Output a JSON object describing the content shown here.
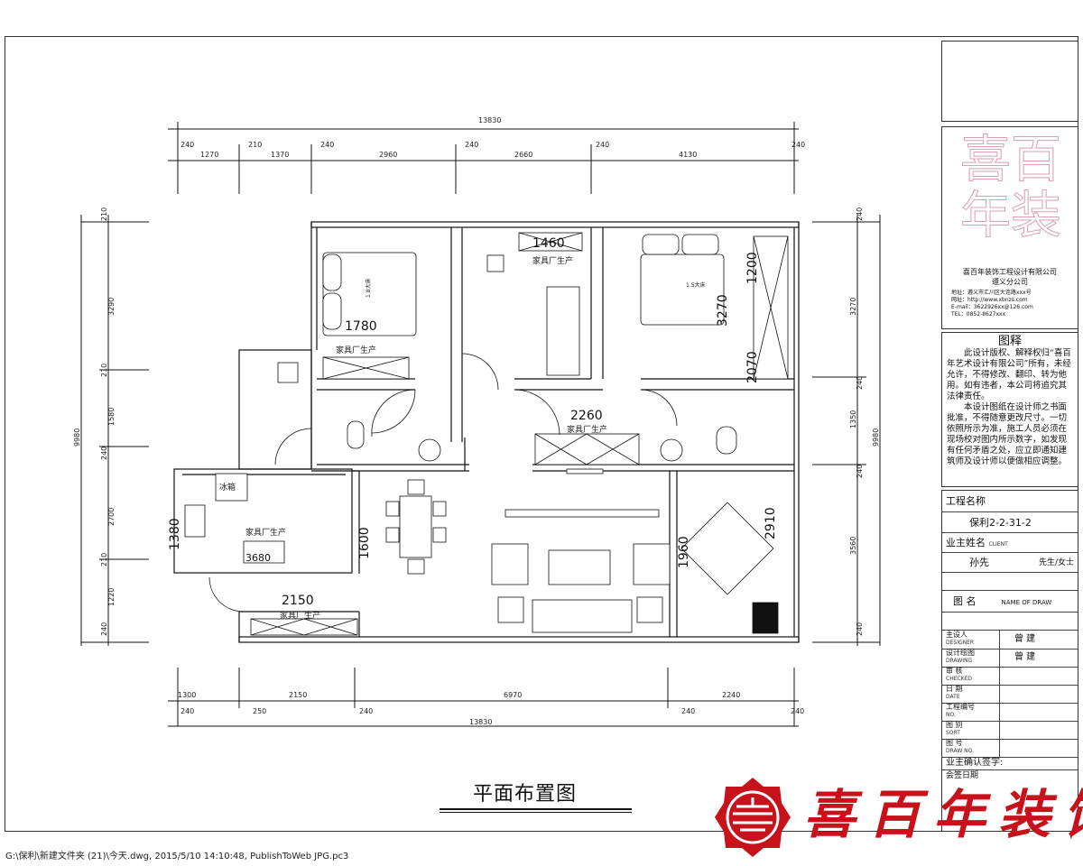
{
  "drawing": {
    "title": "平面布置图",
    "file_path": "G:\\保利\\新建文件夹 (21)\\今天.dwg, 2015/5/10 14:10:48, PublishToWeb JPG.pc3"
  },
  "dimensions": {
    "top_total": "13830",
    "top_segments": [
      "240",
      "1270",
      "210",
      "1370",
      "240",
      "2960",
      "240",
      "2660",
      "240",
      "4130",
      "240"
    ],
    "bottom_total": "13830",
    "bottom_segments": [
      "1300",
      "2150",
      "6970",
      "2240"
    ],
    "bottom_walls": [
      "240",
      "250",
      "240",
      "240",
      "240"
    ],
    "left_total": "9980",
    "left_segments": [
      "210",
      "3290",
      "210",
      "1580",
      "240",
      "2700",
      "210",
      "1220",
      "240"
    ],
    "right_total": "9980",
    "right_segments": [
      "240",
      "3270",
      "240",
      "1350",
      "240",
      "3560",
      "240"
    ],
    "interior": {
      "bed1_width": "1780",
      "study_cabinet": "1460",
      "bed2_depth": "3270",
      "wardrobe_top": "1200",
      "wardrobe_bottom": "2070",
      "hall_cabinet": "2260",
      "dining": "1600",
      "kitchen_side": "1380",
      "kitchen_counter": "3680",
      "entry_cabinet": "2150",
      "tv_wall": "1960",
      "tea_room": "2910"
    }
  },
  "labels": {
    "furniture_made": "家具厂生产",
    "bed1": "1.8大床",
    "bed2": "1.5大床",
    "fridge": "冰箱"
  },
  "title_block": {
    "seal_text": "喜百年装",
    "company": {
      "name_line1": "喜百年装饰工程设计有限公司",
      "name_line2": "遵义分公司",
      "address": "地址：遵义市汇川区大连路xxx号",
      "web": "网址：http://www.xbnzs.com",
      "email": "E-mail：3622926xx@126.com",
      "tel": "TEL：0852-8627xxx"
    },
    "legend": {
      "heading": "图释",
      "para1": "此设计版权、解释权归“喜百年艺术设计有限公司”所有，未经允许，不得修改、翻印、转为他用。如有违者，本公司将追究其法律责任。",
      "para2": "本设计图纸在设计师之书面批准，不得随意更改尺寸。一切依照所示为准，施工人员必须在现场校对图内所示数字，如发现有任何矛盾之处，应立即通知建筑师及设计师以便做相应调整。"
    },
    "project_label": "工程名称",
    "project_value": "保利2-2-31-2",
    "owner_label": "业主姓名",
    "owner_sub": "CLIENT",
    "owner_value": "孙先",
    "owner_suffix": "先生/女士",
    "drawing_name_label": "图 名",
    "drawing_name_en": "NAME OF DRAW",
    "rows": [
      {
        "label": "主设人",
        "sub": "DESIGNER",
        "value": "曾 建"
      },
      {
        "label": "设计绘图",
        "sub": "DRAWING",
        "value": "曾 建"
      },
      {
        "label": "审 核",
        "sub": "CHECKED",
        "value": ""
      },
      {
        "label": "日 期",
        "sub": "DATE",
        "value": ""
      },
      {
        "label": "工程编号",
        "sub": "NO.",
        "value": ""
      },
      {
        "label": "图 别",
        "sub": "SORT",
        "value": ""
      },
      {
        "label": "图 号",
        "sub": "DRAW NO.",
        "value": ""
      }
    ],
    "owner_sign": "业主确认签字:",
    "sign_date": "会签日期"
  },
  "logo": {
    "text": "喜百年装饰",
    "color": "#c8121b"
  }
}
